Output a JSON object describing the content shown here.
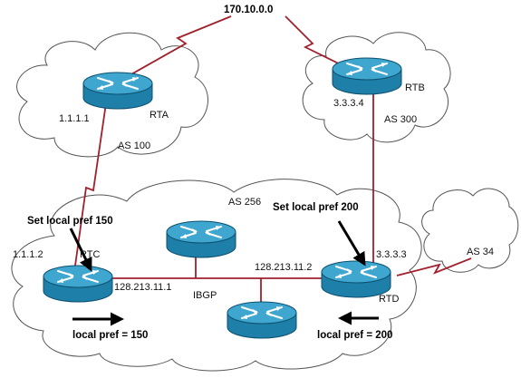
{
  "network": {
    "label": "170.10.0.0"
  },
  "colors": {
    "link": "#a0202c",
    "router_body": "#1e7fa8",
    "router_top": "#3fa7cf",
    "router_edge": "#0d4f6e",
    "cloud_stroke": "#555555",
    "arrow": "#000000"
  },
  "clouds": {
    "as100": {
      "label": "AS 100"
    },
    "as300": {
      "label": "AS 300"
    },
    "as256": {
      "label": "AS 256"
    },
    "as34": {
      "label": "AS 34"
    }
  },
  "routers": {
    "rta": {
      "name": "RTA",
      "ip": "1.1.1.1"
    },
    "rtb": {
      "name": "RTB",
      "ip": "3.3.3.4"
    },
    "rtc": {
      "name": "RTC",
      "ip": "1.1.1.2",
      "ip_lan": "128.213.11.1"
    },
    "rtd": {
      "name": "RTD",
      "ip": "3.3.3.3",
      "ip_lan": "128.213.11.2"
    }
  },
  "links": {
    "ibgp": "IBGP"
  },
  "annotations": {
    "set_rtc": "Set local pref 150",
    "set_rtd": "Set local pref 200",
    "pref_left": "local pref = 150",
    "pref_right": "local pref = 200"
  }
}
